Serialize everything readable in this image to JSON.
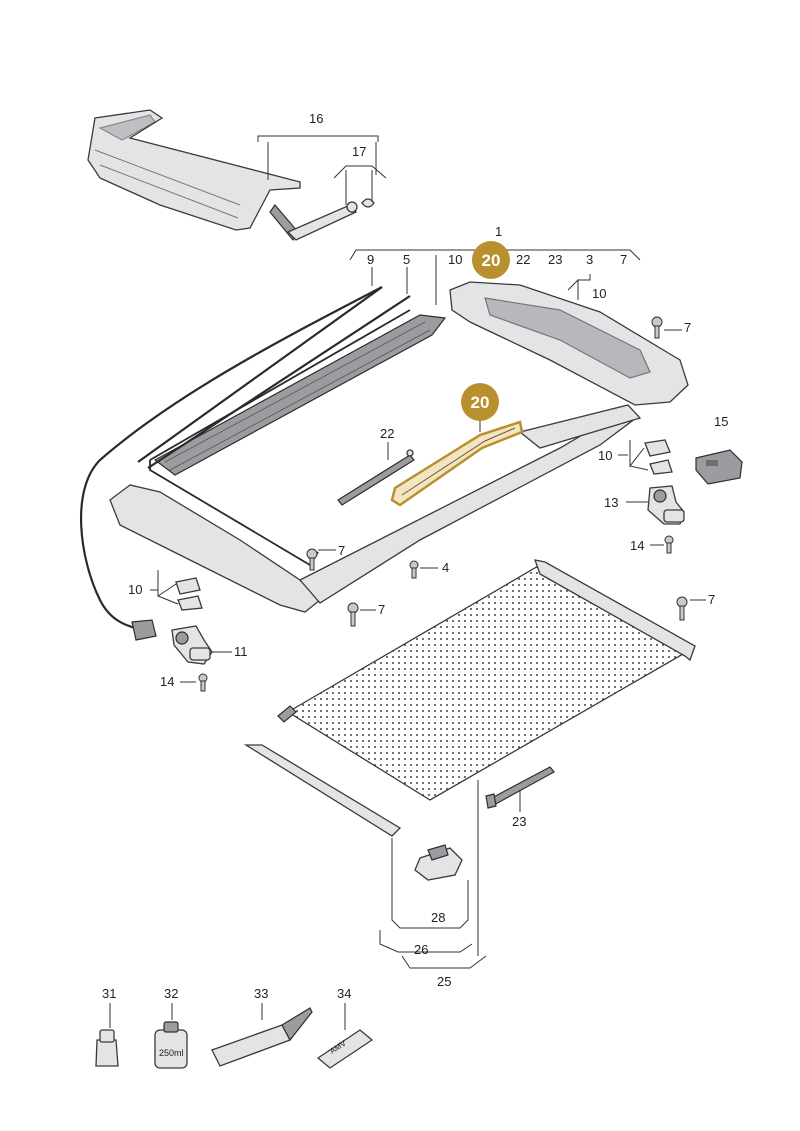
{
  "callouts": {
    "c1": "1",
    "c3": "3",
    "c4": "4",
    "c5": "5",
    "c7": "7",
    "c9": "9",
    "c10": "10",
    "c11": "11",
    "c13": "13",
    "c14": "14",
    "c15": "15",
    "c16": "16",
    "c17": "17",
    "c22": "22",
    "c23": "23",
    "c25": "25",
    "c26": "26",
    "c28": "28",
    "c31": "31",
    "c32": "32",
    "c33": "33",
    "c34": "34"
  },
  "highlight": {
    "number": "20",
    "color": "#b8912e"
  },
  "part_markings": {
    "bottle_volume": "250ml",
    "tube_text": "AMV"
  },
  "colors": {
    "accent_badge": "#b8912e",
    "highlight_fill": "#f3e4c3"
  }
}
